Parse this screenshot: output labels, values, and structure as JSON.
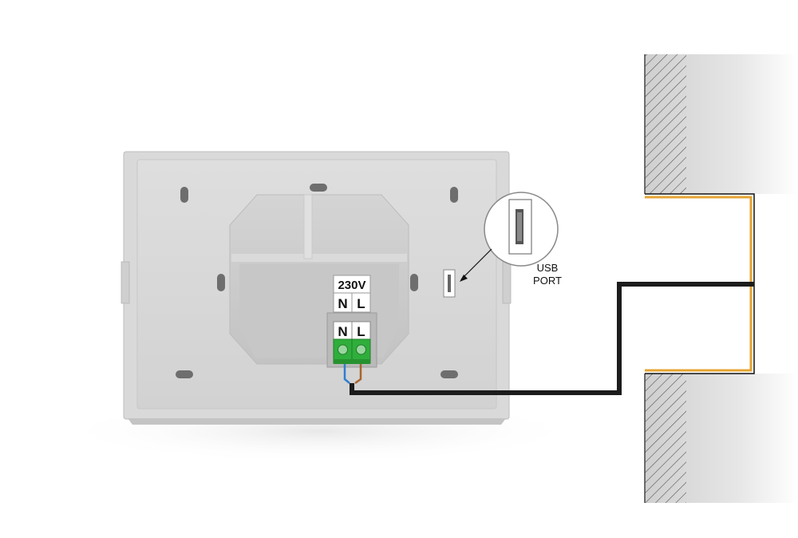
{
  "labels": {
    "voltage": "230V",
    "neutral": "N",
    "live": "L",
    "terminal_neutral": "N",
    "terminal_live": "L",
    "usb_line1": "USB",
    "usb_line2": "PORT"
  },
  "colors": {
    "device_body": "#d6d6d6",
    "device_face": "#dcdcdc",
    "module": "#cdcdcd",
    "terminal_block": "#2fae3c",
    "cable_main": "#1c1c1c",
    "wire_neutral": "#2f7fd0",
    "wire_live": "#a8652e",
    "wall_conduit": "#e5a432",
    "wall_hatch": "#555555"
  },
  "icons": {
    "hatch": "wall-hatch-pattern",
    "magnifier": "usb-magnifier-circle"
  }
}
